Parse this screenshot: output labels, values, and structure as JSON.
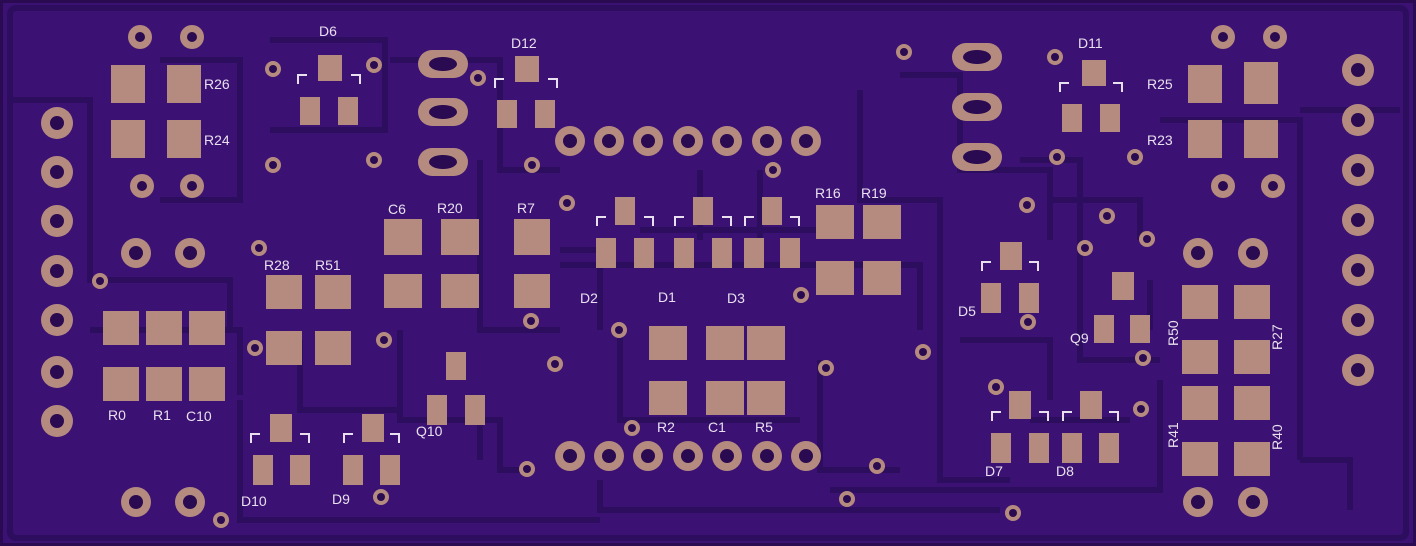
{
  "colors": {
    "soldermask": "#3b1273",
    "board_edge": "#2a0a50",
    "trace": "#2d0d5e",
    "pad": "#b58b7f",
    "silkscreen": "#e8e0ee"
  },
  "designators": {
    "D6": "D6",
    "D12": "D12",
    "D11": "D11",
    "R26": "R26",
    "R24": "R24",
    "R25": "R25",
    "R23": "R23",
    "C6": "C6",
    "R20": "R20",
    "R7": "R7",
    "R16": "R16",
    "R19": "R19",
    "R28": "R28",
    "R51": "R51",
    "D2": "D2",
    "D1": "D1",
    "D3": "D3",
    "D5": "D5",
    "Q9": "Q9",
    "R50": "R50",
    "R27": "R27",
    "R0": "R0",
    "R1": "R1",
    "C10": "C10",
    "Q10": "Q10",
    "R2": "R2",
    "C1": "C1",
    "R5": "R5",
    "R41": "R41",
    "R40": "R40",
    "D10": "D10",
    "D9": "D9",
    "D7": "D7",
    "D8": "D8"
  }
}
